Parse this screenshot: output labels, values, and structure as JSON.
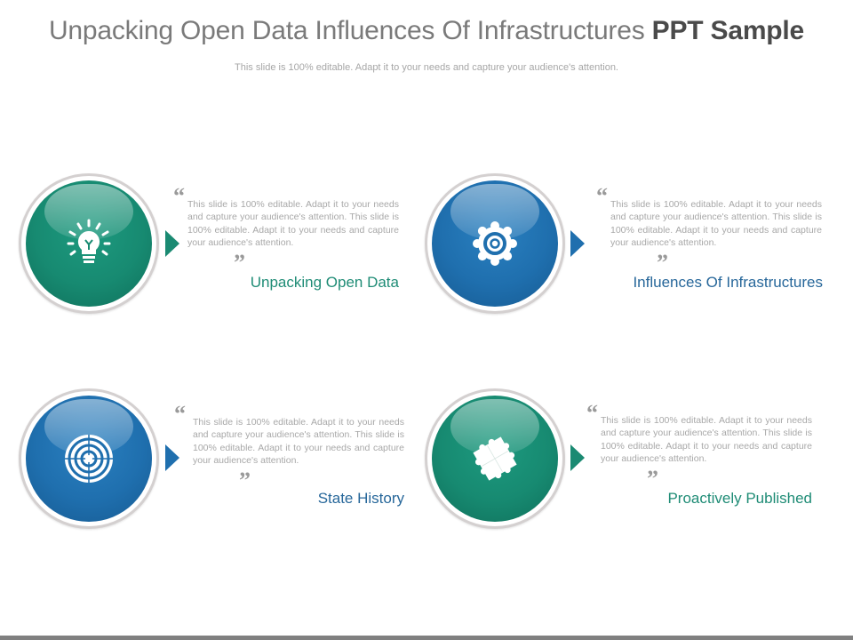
{
  "header": {
    "title_main": "Unpacking Open Data Influences Of Infrastructures ",
    "title_bold": "PPT Sample",
    "subtitle": "This slide is 100% editable. Adapt it to your needs and capture your audience's attention."
  },
  "colors": {
    "green": "#1a8a72",
    "blue": "#1f6fae",
    "body_text": "#a8a8a8",
    "title": "#7a7a7a",
    "bottom_bar": "#808080"
  },
  "items": [
    {
      "heading": "Unpacking Open Data",
      "body": "This slide is 100% editable. Adapt it to your needs and capture your audience's attention. This slide is 100% editable. Adapt it to your needs and capture your audience's attention.",
      "icon": "lightbulb-icon",
      "color": "green",
      "quote_open": "“",
      "quote_close": "”"
    },
    {
      "heading": "Influences Of Infrastructures",
      "body": "This slide is 100% editable. Adapt it to your needs and capture your audience's attention. This slide is 100% editable. Adapt it to your needs and capture your audience's attention.",
      "icon": "gear-icon",
      "color": "blue",
      "quote_open": "“",
      "quote_close": "”"
    },
    {
      "heading": "State History",
      "body": "This slide is 100% editable. Adapt it to your needs and capture your audience's attention. This slide is 100% editable. Adapt it to your needs and capture your audience's attention.",
      "icon": "target-icon",
      "color": "blue",
      "quote_open": "“",
      "quote_close": "”"
    },
    {
      "heading": "Proactively Published",
      "body": "This slide is 100% editable. Adapt it to your needs and capture your audience's attention. This slide is 100% editable. Adapt it to your needs and capture your audience's attention.",
      "icon": "puzzle-icon",
      "color": "green",
      "quote_open": "“",
      "quote_close": "”"
    }
  ]
}
